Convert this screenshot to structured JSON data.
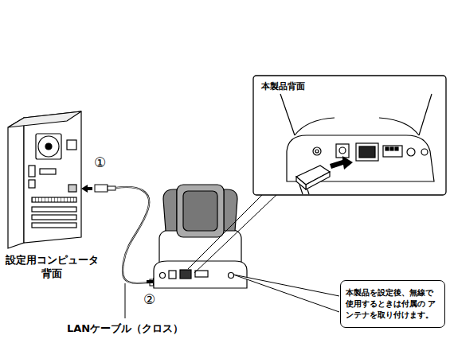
{
  "diagram": {
    "nodes": [
      {
        "text": [
          "本製品背面"
        ]
      },
      {
        "text": [
          "本製品を設定後、無線で 使用するときは付属の アンテナを取り付けます。"
        ]
      }
    ],
    "labels": [
      "①",
      "設定用コンピュータ 背面",
      "②",
      "LANケーブル（クロス）"
    ]
  }
}
